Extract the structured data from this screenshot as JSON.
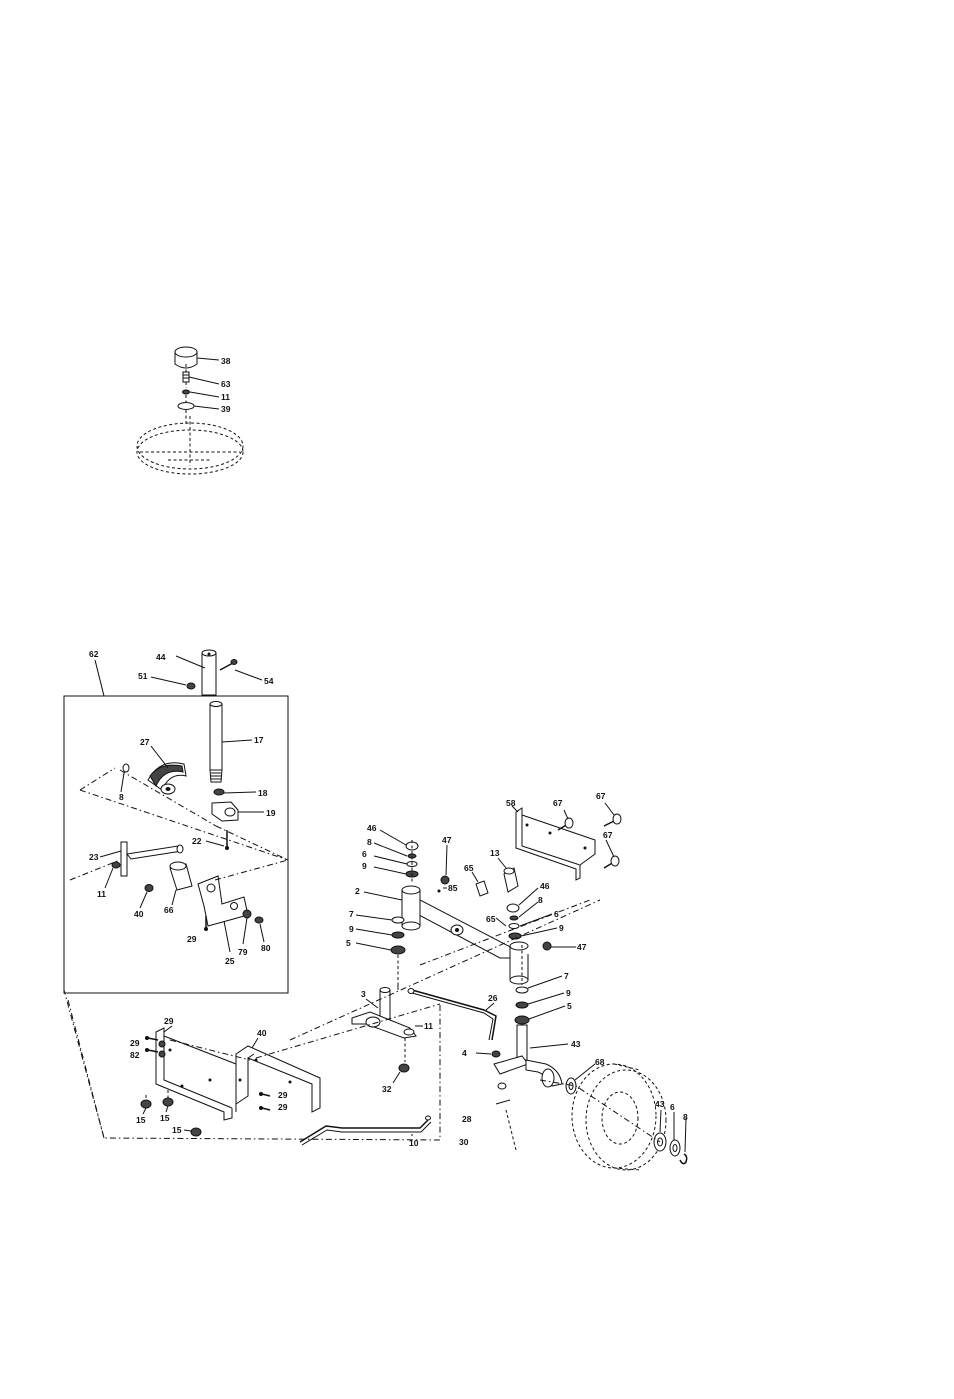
{
  "callouts": [
    {
      "id": "c1",
      "text": "38"
    },
    {
      "id": "c2",
      "text": "63"
    },
    {
      "id": "c3",
      "text": "11"
    },
    {
      "id": "c4",
      "text": "39"
    },
    {
      "id": "c5",
      "text": "62"
    },
    {
      "id": "c6",
      "text": "44"
    },
    {
      "id": "c7",
      "text": "51"
    },
    {
      "id": "c8",
      "text": "54"
    },
    {
      "id": "c9",
      "text": "17"
    },
    {
      "id": "c10",
      "text": "27"
    },
    {
      "id": "c11",
      "text": "8"
    },
    {
      "id": "c12",
      "text": "18"
    },
    {
      "id": "c13",
      "text": "19"
    },
    {
      "id": "c14",
      "text": "22"
    },
    {
      "id": "c15",
      "text": "23"
    },
    {
      "id": "c16",
      "text": "11"
    },
    {
      "id": "c17",
      "text": "40"
    },
    {
      "id": "c18",
      "text": "66"
    },
    {
      "id": "c19",
      "text": "29"
    },
    {
      "id": "c20",
      "text": "25"
    },
    {
      "id": "c21",
      "text": "79"
    },
    {
      "id": "c22",
      "text": "80"
    },
    {
      "id": "c23",
      "text": "58"
    },
    {
      "id": "c24",
      "text": "67"
    },
    {
      "id": "c25",
      "text": "67"
    },
    {
      "id": "c26",
      "text": "67"
    },
    {
      "id": "c27",
      "text": "46"
    },
    {
      "id": "c28",
      "text": "8"
    },
    {
      "id": "c29",
      "text": "6"
    },
    {
      "id": "c30",
      "text": "9"
    },
    {
      "id": "c31",
      "text": "47"
    },
    {
      "id": "c32",
      "text": "85"
    },
    {
      "id": "c33",
      "text": "13"
    },
    {
      "id": "c34",
      "text": "65"
    },
    {
      "id": "c35",
      "text": "2"
    },
    {
      "id": "c36",
      "text": "46"
    },
    {
      "id": "c37",
      "text": "8"
    },
    {
      "id": "c38",
      "text": "65"
    },
    {
      "id": "c39",
      "text": "6"
    },
    {
      "id": "c40",
      "text": "9"
    },
    {
      "id": "c41",
      "text": "7"
    },
    {
      "id": "c42",
      "text": "9"
    },
    {
      "id": "c43",
      "text": "5"
    },
    {
      "id": "c44",
      "text": "47"
    },
    {
      "id": "c45",
      "text": "7"
    },
    {
      "id": "c46",
      "text": "9"
    },
    {
      "id": "c47",
      "text": "5"
    },
    {
      "id": "c48",
      "text": "3"
    },
    {
      "id": "c49",
      "text": "11"
    },
    {
      "id": "c50",
      "text": "32"
    },
    {
      "id": "c51",
      "text": "26"
    },
    {
      "id": "c52",
      "text": "4"
    },
    {
      "id": "c53",
      "text": "43"
    },
    {
      "id": "c54",
      "text": "68"
    },
    {
      "id": "c55",
      "text": "29"
    },
    {
      "id": "c56",
      "text": "29"
    },
    {
      "id": "c57",
      "text": "82"
    },
    {
      "id": "c58",
      "text": "40"
    },
    {
      "id": "c59",
      "text": "29"
    },
    {
      "id": "c60",
      "text": "29"
    },
    {
      "id": "c61",
      "text": "15"
    },
    {
      "id": "c62",
      "text": "15"
    },
    {
      "id": "c63",
      "text": "15"
    },
    {
      "id": "c64",
      "text": "10"
    },
    {
      "id": "c65",
      "text": "28"
    },
    {
      "id": "c66",
      "text": "30"
    },
    {
      "id": "c67",
      "text": "43"
    },
    {
      "id": "c68",
      "text": "6"
    },
    {
      "id": "c69",
      "text": "8"
    }
  ]
}
